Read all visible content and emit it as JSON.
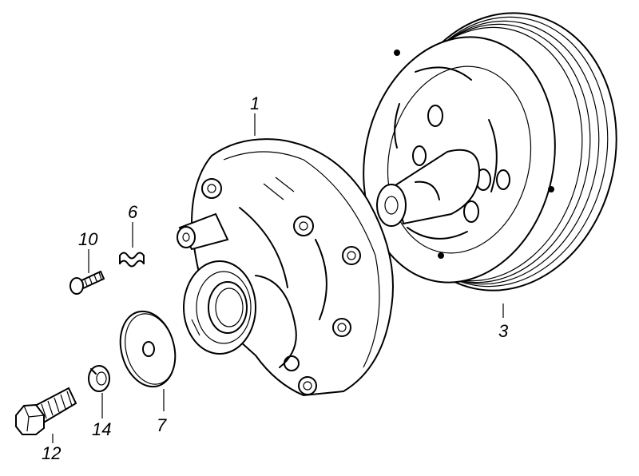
{
  "figure": {
    "callouts": [
      {
        "id": "c1",
        "text": "1"
      },
      {
        "id": "c3",
        "text": "3"
      },
      {
        "id": "c6",
        "text": "6"
      },
      {
        "id": "c7",
        "text": "7"
      },
      {
        "id": "c10",
        "text": "10"
      },
      {
        "id": "c12",
        "text": "12"
      },
      {
        "id": "c14",
        "text": "14"
      }
    ]
  }
}
